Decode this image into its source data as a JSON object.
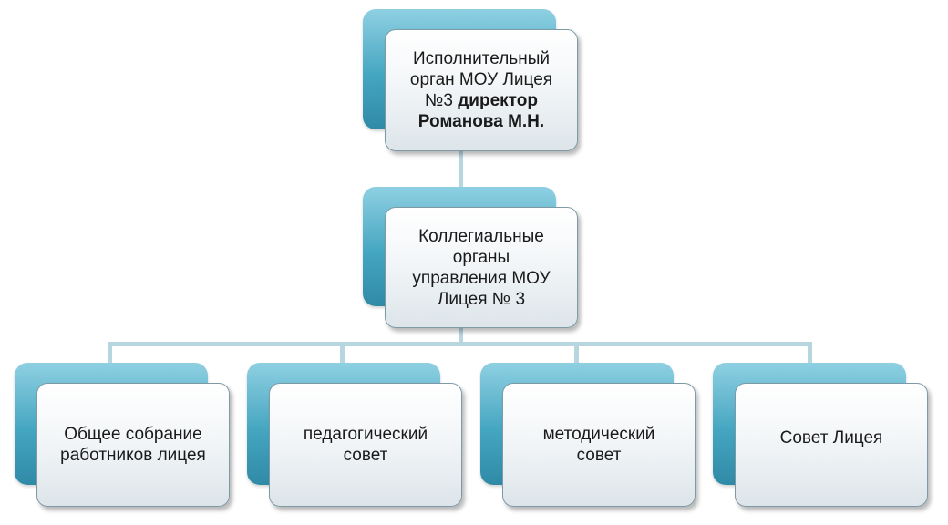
{
  "nodes": {
    "executive": {
      "line1": "Исполнительный",
      "line2": "орган МОУ Лицея",
      "line3_regular": "№3 ",
      "line3_bold": "директор",
      "line4_bold": "Романова М.Н."
    },
    "collegial": {
      "line1": "Коллегиальные",
      "line2": "органы",
      "line3": "управления МОУ",
      "line4": "Лицея № 3"
    },
    "children": [
      {
        "line1": "Общее собрание",
        "line2": "работников лицея"
      },
      {
        "line1": "педагогический",
        "line2": "совет"
      },
      {
        "line1": "методический",
        "line2": "совет"
      },
      {
        "line1": "Совет Лицея",
        "line2": ""
      }
    ]
  }
}
